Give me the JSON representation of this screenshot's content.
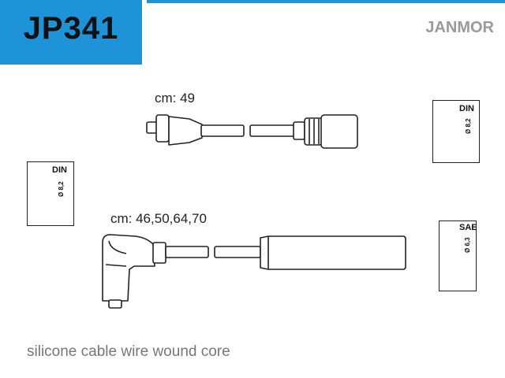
{
  "header": {
    "part_number": "JP341",
    "brand": "JANMOR",
    "accent_color": "#1f93d8"
  },
  "cables": [
    {
      "length_label": "cm: 49"
    },
    {
      "length_label": "cm: 46,50,64,70"
    }
  ],
  "specs": {
    "top_right": {
      "standard": "DIN",
      "diameter": "Ø 8,2",
      "icon": "distributor-cap-icon"
    },
    "left": {
      "standard": "DIN",
      "diameter": "Ø 8,2",
      "icon": "distributor-cap-icon"
    },
    "bottom_right": {
      "standard": "SAE",
      "diameter": "Ø 6,3",
      "icon": "spark-plug-icon"
    }
  },
  "footer": {
    "description": "silicone cable wire wound core"
  }
}
